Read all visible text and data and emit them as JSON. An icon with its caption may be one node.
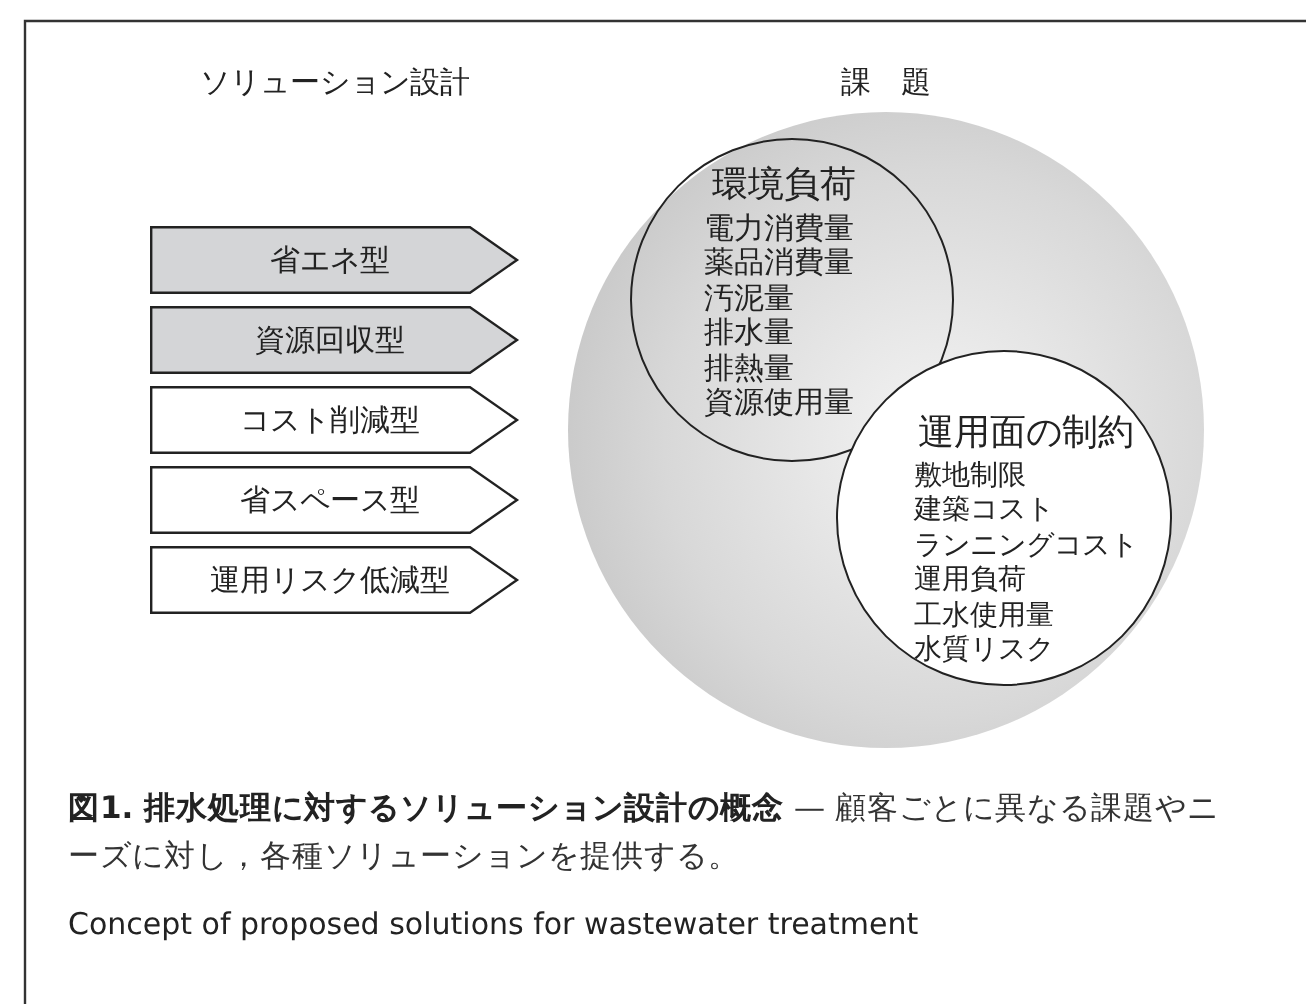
{
  "diagram": {
    "caption": "**図1.  排水処理に対するソリューション設計の概念** — 顧客ごとに異なる課題やニーズに対し，各種ソリューションを提供する。",
    "nodes": [
      {
        "text": [
          "省エネ型"
        ]
      },
      {
        "text": [
          "資源回収型"
        ]
      },
      {
        "text": [
          "コスト削減型"
        ]
      },
      {
        "text": [
          "省スペース型"
        ]
      },
      {
        "text": [
          "運用リスク低減型"
        ]
      },
      {
        "text": [
          "課　題"
        ]
      },
      {
        "in": 5,
        "text": [
          "環境負荷",
          "電力消費量",
          "薬品消費量",
          "汚泥量",
          "排水量",
          "排熱量",
          "資源使用量"
        ]
      },
      {
        "in": 5,
        "text": [
          "運用面の制約",
          "敷地制限",
          "建築コスト",
          "ランニングコスト",
          "運用負荷",
          "工水使用量",
          "水質リスク"
        ]
      }
    ],
    "labels": [
      "ソリューション設計",
      "Concept of proposed solutions for wastewater treatment"
    ]
  }
}
